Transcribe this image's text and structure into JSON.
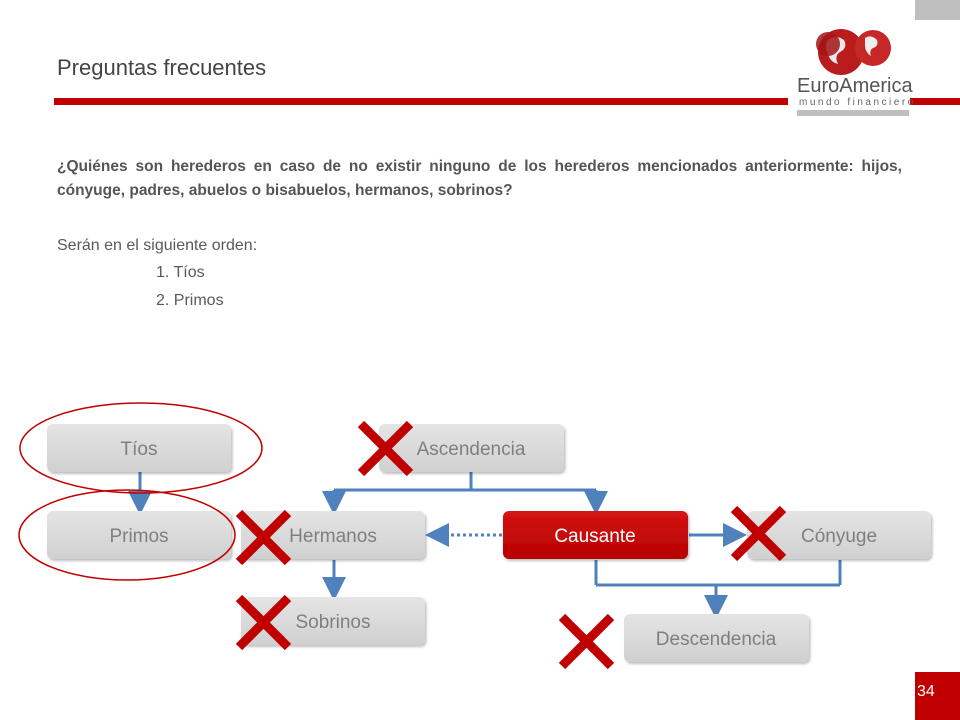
{
  "header": {
    "title": "Preguntas frecuentes"
  },
  "logo": {
    "brand": "EuroAmerica",
    "tagline": "mundo financiero"
  },
  "content": {
    "question": "¿Quiénes son herederos en caso de no existir ninguno de los herederos mencionados anteriormente: hijos, cónyuge, padres, abuelos o bisabuelos, hermanos, sobrinos?",
    "intro": "Serán en el siguiente orden:",
    "items": [
      "1. Tíos",
      "2. Primos"
    ]
  },
  "diagram": {
    "nodes": {
      "tios": "Tíos",
      "primos": "Primos",
      "ascendencia": "Ascendencia",
      "hermanos": "Hermanos",
      "causante": "Causante",
      "conyuge": "Cónyuge",
      "sobrinos": "Sobrinos",
      "descendencia": "Descendencia"
    },
    "colors": {
      "node_fill": "#d9d9d9",
      "active_fill": "#c00000",
      "arrow": "#4f81bd",
      "cross": "#c00000",
      "ellipse": "#c00000"
    }
  },
  "footer": {
    "page_number": "34"
  }
}
